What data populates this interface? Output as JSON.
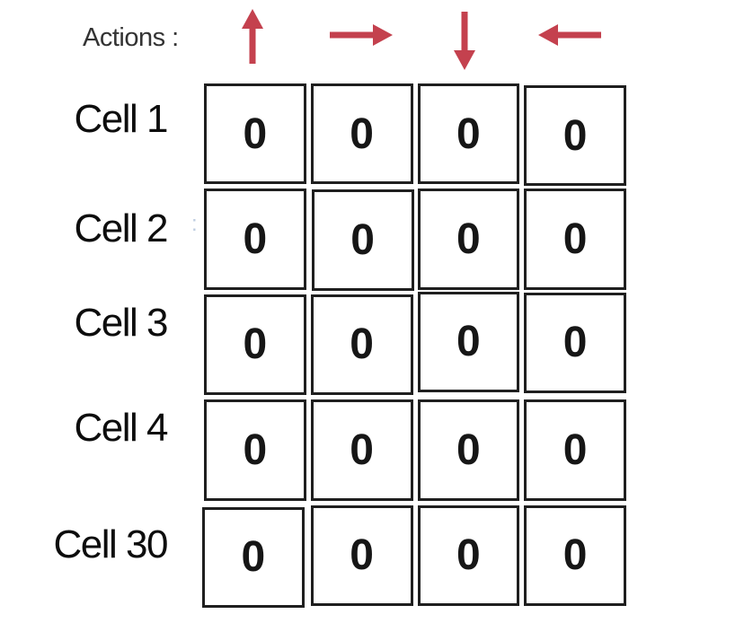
{
  "actions_header": {
    "label": "Actions :",
    "icons": [
      {
        "name": "up-arrow-icon",
        "direction": "up"
      },
      {
        "name": "right-arrow-icon",
        "direction": "right"
      },
      {
        "name": "down-arrow-icon",
        "direction": "down"
      },
      {
        "name": "left-arrow-icon",
        "direction": "left"
      }
    ]
  },
  "qtable": {
    "columns_represent": "actions (up, right, down, left)",
    "rows": [
      {
        "label": "Cell 1",
        "values": [
          "0",
          "0",
          "0",
          "0"
        ]
      },
      {
        "label": "Cell 2",
        "values": [
          "0",
          "0",
          "0",
          "0"
        ]
      },
      {
        "label": "Cell 3",
        "values": [
          "0",
          "0",
          "0",
          "0"
        ]
      },
      {
        "label": "Cell 4",
        "values": [
          "0",
          "0",
          "0",
          "0"
        ]
      },
      {
        "label": "Cell 30",
        "values": [
          "0",
          "0",
          "0",
          "0"
        ]
      }
    ]
  },
  "stray_mark": ":",
  "colors": {
    "arrow_red": "#c4414e",
    "grid_border": "#1f1f1f",
    "cell_value_text": "#161616",
    "row_label_text": "#0d0d0d",
    "actions_label_text": "#333333",
    "background": "#ffffff"
  }
}
